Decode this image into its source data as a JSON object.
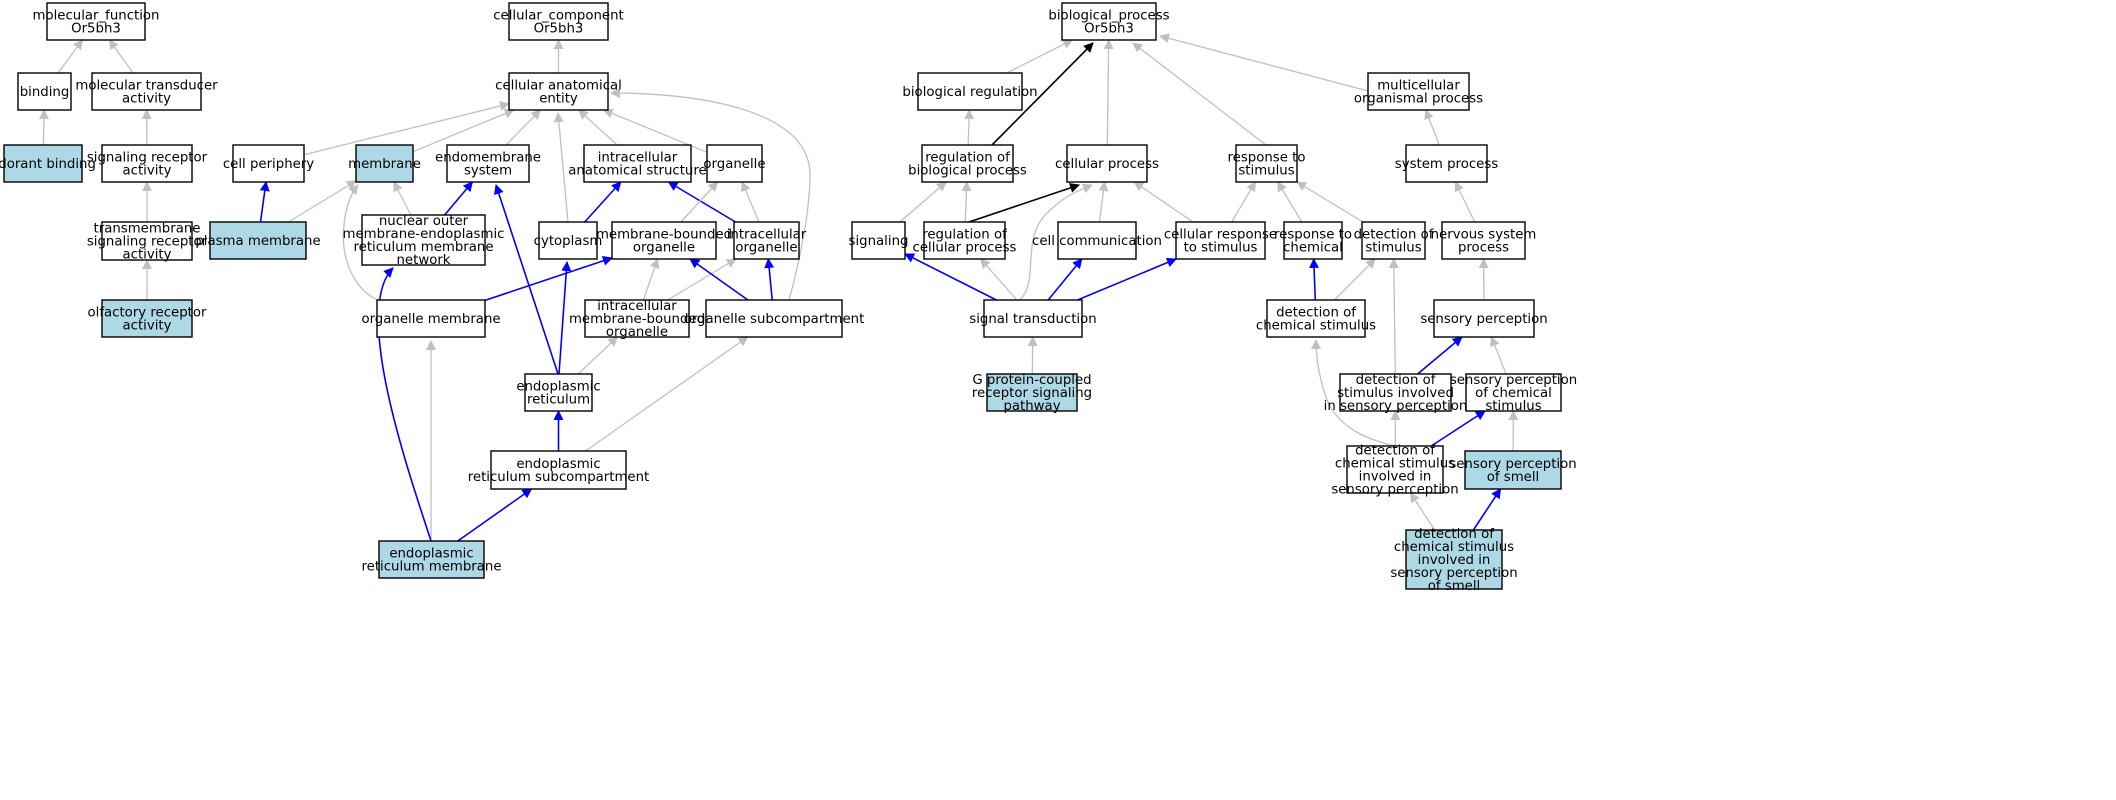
{
  "colors": {
    "highlight_fill": "#add8e6",
    "default_fill": "#ffffff",
    "is_a_edge": "#c0c0c0",
    "part_of_edge": "#0000ff",
    "regulates_edge": "#000000"
  },
  "nodes": {
    "mf": {
      "lines": [
        "molecular_function",
        "Or5bh3"
      ],
      "highlight": false
    },
    "binding": {
      "lines": [
        "binding"
      ],
      "highlight": false
    },
    "odorant_binding": {
      "lines": [
        "odorant binding"
      ],
      "highlight": true
    },
    "mol_transducer": {
      "lines": [
        "molecular transducer",
        "activity"
      ],
      "highlight": false
    },
    "sig_receptor": {
      "lines": [
        "signaling receptor",
        "activity"
      ],
      "highlight": false
    },
    "tm_sig_receptor": {
      "lines": [
        "transmembrane",
        "signaling receptor",
        "activity"
      ],
      "highlight": false
    },
    "olfactory_receptor": {
      "lines": [
        "olfactory receptor",
        "activity"
      ],
      "highlight": true
    },
    "cc": {
      "lines": [
        "cellular_component",
        "Or5bh3"
      ],
      "highlight": false
    },
    "cae": {
      "lines": [
        "cellular anatomical",
        "entity"
      ],
      "highlight": false
    },
    "cell_periphery": {
      "lines": [
        "cell periphery"
      ],
      "highlight": false
    },
    "plasma_membrane": {
      "lines": [
        "plasma membrane"
      ],
      "highlight": true
    },
    "membrane": {
      "lines": [
        "membrane"
      ],
      "highlight": true
    },
    "endomembrane": {
      "lines": [
        "endomembrane",
        "system"
      ],
      "highlight": false
    },
    "nuclear_outer": {
      "lines": [
        "nuclear outer",
        "membrane-endoplasmic",
        "reticulum membrane",
        "network"
      ],
      "highlight": false
    },
    "intracellular_as": {
      "lines": [
        "intracellular",
        "anatomical structure"
      ],
      "highlight": false
    },
    "organelle": {
      "lines": [
        "organelle"
      ],
      "highlight": false
    },
    "cytoplasm": {
      "lines": [
        "cytoplasm"
      ],
      "highlight": false
    },
    "membrane_bounded": {
      "lines": [
        "membrane-bounded",
        "organelle"
      ],
      "highlight": false
    },
    "intracellular_org": {
      "lines": [
        "intracellular",
        "organelle"
      ],
      "highlight": false
    },
    "organelle_membrane": {
      "lines": [
        "organelle membrane"
      ],
      "highlight": false
    },
    "intracellular_mbo": {
      "lines": [
        "intracellular",
        "membrane-bounded",
        "organelle"
      ],
      "highlight": false
    },
    "organelle_subcomp": {
      "lines": [
        "organelle subcompartment"
      ],
      "highlight": false
    },
    "er": {
      "lines": [
        "endoplasmic",
        "reticulum"
      ],
      "highlight": false
    },
    "er_subcomp": {
      "lines": [
        "endoplasmic",
        "reticulum subcompartment"
      ],
      "highlight": false
    },
    "er_membrane": {
      "lines": [
        "endoplasmic",
        "reticulum membrane"
      ],
      "highlight": true
    },
    "bp": {
      "lines": [
        "biological_process",
        "Or5bh3"
      ],
      "highlight": false
    },
    "bio_reg": {
      "lines": [
        "biological regulation"
      ],
      "highlight": false
    },
    "reg_bio_proc": {
      "lines": [
        "regulation of",
        "biological process"
      ],
      "highlight": false
    },
    "cellular_process": {
      "lines": [
        "cellular process"
      ],
      "highlight": false
    },
    "response_stimulus": {
      "lines": [
        "response to",
        "stimulus"
      ],
      "highlight": false
    },
    "multicellular": {
      "lines": [
        "multicellular",
        "organismal process"
      ],
      "highlight": false
    },
    "system_process": {
      "lines": [
        "system process"
      ],
      "highlight": false
    },
    "signaling": {
      "lines": [
        "signaling"
      ],
      "highlight": false
    },
    "reg_cell_proc": {
      "lines": [
        "regulation of",
        "cellular process"
      ],
      "highlight": false
    },
    "cell_comm": {
      "lines": [
        "cell communication"
      ],
      "highlight": false
    },
    "cell_resp_stim": {
      "lines": [
        "cellular response",
        "to stimulus"
      ],
      "highlight": false
    },
    "resp_chem": {
      "lines": [
        "response to",
        "chemical"
      ],
      "highlight": false
    },
    "detect_stim": {
      "lines": [
        "detection of",
        "stimulus"
      ],
      "highlight": false
    },
    "nervous_sys": {
      "lines": [
        "nervous system",
        "process"
      ],
      "highlight": false
    },
    "signal_trans": {
      "lines": [
        "signal transduction"
      ],
      "highlight": false
    },
    "detect_chem_stim": {
      "lines": [
        "detection of",
        "chemical stimulus"
      ],
      "highlight": false
    },
    "sensory_perception": {
      "lines": [
        "sensory perception"
      ],
      "highlight": false
    },
    "gpcr_pathway": {
      "lines": [
        "G protein-coupled",
        "receptor signaling",
        "pathway"
      ],
      "highlight": true
    },
    "detect_stim_sensory": {
      "lines": [
        "detection of",
        "stimulus involved",
        "in sensory perception"
      ],
      "highlight": false
    },
    "sensory_chem": {
      "lines": [
        "sensory perception",
        "of chemical",
        "stimulus"
      ],
      "highlight": false
    },
    "detect_chem_sensory": {
      "lines": [
        "detection of",
        "chemical stimulus",
        "involved in",
        "sensory perception"
      ],
      "highlight": false
    },
    "sensory_smell": {
      "lines": [
        "sensory perception",
        "of smell"
      ],
      "highlight": true
    },
    "detect_chem_smell": {
      "lines": [
        "detection of",
        "chemical stimulus",
        "involved in",
        "sensory perception",
        "of smell"
      ],
      "highlight": true
    }
  },
  "edges": [
    [
      "binding",
      "mf",
      "is_a"
    ],
    [
      "mol_transducer",
      "mf",
      "is_a"
    ],
    [
      "odorant_binding",
      "binding",
      "is_a"
    ],
    [
      "sig_receptor",
      "mol_transducer",
      "is_a"
    ],
    [
      "tm_sig_receptor",
      "sig_receptor",
      "is_a"
    ],
    [
      "olfactory_receptor",
      "tm_sig_receptor",
      "is_a"
    ],
    [
      "cae",
      "cc",
      "is_a"
    ],
    [
      "cell_periphery",
      "cae",
      "is_a"
    ],
    [
      "membrane",
      "cae",
      "is_a"
    ],
    [
      "endomembrane",
      "cae",
      "is_a"
    ],
    [
      "cytoplasm",
      "cae",
      "is_a"
    ],
    [
      "intracellular_as",
      "cae",
      "is_a"
    ],
    [
      "organelle",
      "cae",
      "is_a"
    ],
    [
      "organelle_subcomp",
      "cae",
      "is_a"
    ],
    [
      "plasma_membrane",
      "cell_periphery",
      "part_of"
    ],
    [
      "plasma_membrane",
      "membrane",
      "is_a"
    ],
    [
      "nuclear_outer",
      "membrane",
      "is_a"
    ],
    [
      "nuclear_outer",
      "endomembrane",
      "part_of"
    ],
    [
      "organelle_membrane",
      "membrane",
      "is_a"
    ],
    [
      "er",
      "endomembrane",
      "part_of"
    ],
    [
      "cytoplasm",
      "intracellular_as",
      "part_of"
    ],
    [
      "intracellular_org",
      "intracellular_as",
      "part_of"
    ],
    [
      "membrane_bounded",
      "organelle",
      "is_a"
    ],
    [
      "intracellular_org",
      "organelle",
      "is_a"
    ],
    [
      "organelle_membrane",
      "membrane_bounded",
      "part_of"
    ],
    [
      "intracellular_mbo",
      "membrane_bounded",
      "is_a"
    ],
    [
      "intracellular_mbo",
      "intracellular_org",
      "is_a"
    ],
    [
      "organelle_subcomp",
      "membrane_bounded",
      "part_of"
    ],
    [
      "organelle_subcomp",
      "intracellular_org",
      "part_of"
    ],
    [
      "er",
      "cytoplasm",
      "part_of"
    ],
    [
      "er",
      "intracellular_mbo",
      "is_a"
    ],
    [
      "er_subcomp",
      "er",
      "part_of"
    ],
    [
      "er_subcomp",
      "organelle_subcomp",
      "is_a"
    ],
    [
      "er_membrane",
      "er_subcomp",
      "part_of"
    ],
    [
      "er_membrane",
      "organelle_membrane",
      "is_a"
    ],
    [
      "er_membrane",
      "nuclear_outer",
      "part_of"
    ],
    [
      "bio_reg",
      "bp",
      "is_a"
    ],
    [
      "reg_bio_proc",
      "bp",
      "regulates"
    ],
    [
      "cellular_process",
      "bp",
      "is_a"
    ],
    [
      "response_stimulus",
      "bp",
      "is_a"
    ],
    [
      "multicellular",
      "bp",
      "is_a"
    ],
    [
      "reg_bio_proc",
      "bio_reg",
      "is_a"
    ],
    [
      "signaling",
      "reg_bio_proc",
      "is_a"
    ],
    [
      "reg_cell_proc",
      "reg_bio_proc",
      "is_a"
    ],
    [
      "reg_cell_proc",
      "cellular_process",
      "regulates"
    ],
    [
      "cell_comm",
      "cellular_process",
      "is_a"
    ],
    [
      "cell_resp_stim",
      "cellular_process",
      "is_a"
    ],
    [
      "signal_trans",
      "cellular_process",
      "is_a"
    ],
    [
      "cell_resp_stim",
      "response_stimulus",
      "is_a"
    ],
    [
      "resp_chem",
      "response_stimulus",
      "is_a"
    ],
    [
      "detect_stim",
      "response_stimulus",
      "is_a"
    ],
    [
      "system_process",
      "multicellular",
      "is_a"
    ],
    [
      "nervous_sys",
      "system_process",
      "is_a"
    ],
    [
      "signal_trans",
      "signaling",
      "part_of"
    ],
    [
      "signal_trans",
      "reg_cell_proc",
      "is_a"
    ],
    [
      "signal_trans",
      "cell_comm",
      "part_of"
    ],
    [
      "signal_trans",
      "cell_resp_stim",
      "part_of"
    ],
    [
      "gpcr_pathway",
      "signal_trans",
      "is_a"
    ],
    [
      "detect_chem_stim",
      "resp_chem",
      "part_of"
    ],
    [
      "detect_chem_stim",
      "detect_stim",
      "is_a"
    ],
    [
      "detect_stim_sensory",
      "detect_stim",
      "is_a"
    ],
    [
      "sensory_perception",
      "nervous_sys",
      "is_a"
    ],
    [
      "detect_stim_sensory",
      "sensory_perception",
      "part_of"
    ],
    [
      "sensory_chem",
      "sensory_perception",
      "is_a"
    ],
    [
      "detect_chem_sensory",
      "detect_chem_stim",
      "is_a"
    ],
    [
      "detect_chem_sensory",
      "detect_stim_sensory",
      "is_a"
    ],
    [
      "detect_chem_sensory",
      "sensory_chem",
      "part_of"
    ],
    [
      "sensory_smell",
      "sensory_chem",
      "is_a"
    ],
    [
      "detect_chem_smell",
      "detect_chem_sensory",
      "is_a"
    ],
    [
      "detect_chem_smell",
      "sensory_smell",
      "part_of"
    ]
  ]
}
